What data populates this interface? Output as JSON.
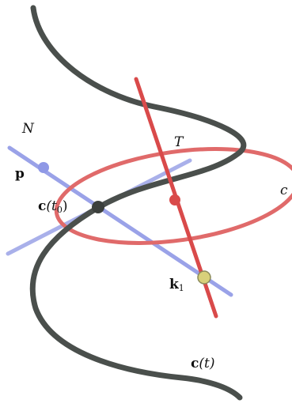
{
  "labels": {
    "N": "N",
    "T": "T",
    "c": "c",
    "p": "p",
    "c_t0_bold": "c",
    "c_t0_arg": "(t",
    "c_t0_sub": "0",
    "c_t0_close": ")",
    "k1_bold": "k",
    "k1_sub": "1",
    "ct_bold": "c",
    "ct_arg": "(t)"
  },
  "colors": {
    "helix": "#4a4f4c",
    "circle": "#e06a6a",
    "tangent": "#d94a4a",
    "normal": "#9aa2e8",
    "point_p": "#8f98e6",
    "point_ct0": "#3b3f3c",
    "point_k1": "#d8d07a",
    "text": "#111111"
  }
}
